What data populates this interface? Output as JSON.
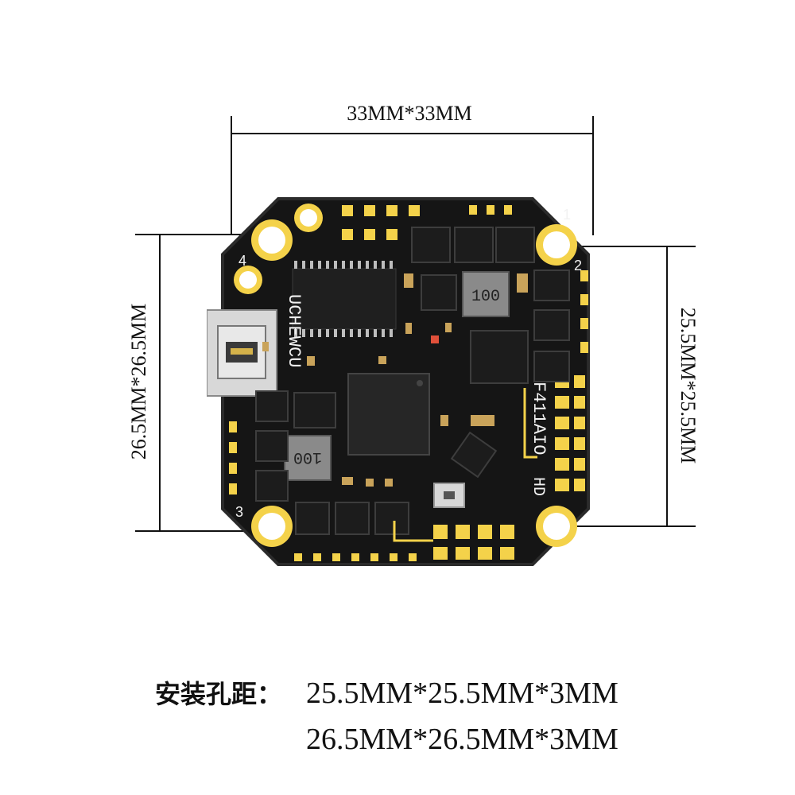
{
  "dimensions": {
    "board_size": "33MM*33MM",
    "left_spacing": "26.5MM*26.5MM",
    "right_spacing": "25.5MM*25.5MM"
  },
  "caption": {
    "key": "安装孔距：",
    "line1": "25.5MM*25.5MM*3MM",
    "line2": "26.5MM*26.5MM*3MM"
  },
  "board": {
    "brand_mark": "UCHEWCU",
    "model_mark": "F411AIO",
    "hd_mark": "HD",
    "corner_marks": [
      "4",
      "1",
      "2",
      "3"
    ],
    "inductor_mark": "100",
    "pcb_color": "#151515",
    "pad_color": "#f4d24a"
  }
}
